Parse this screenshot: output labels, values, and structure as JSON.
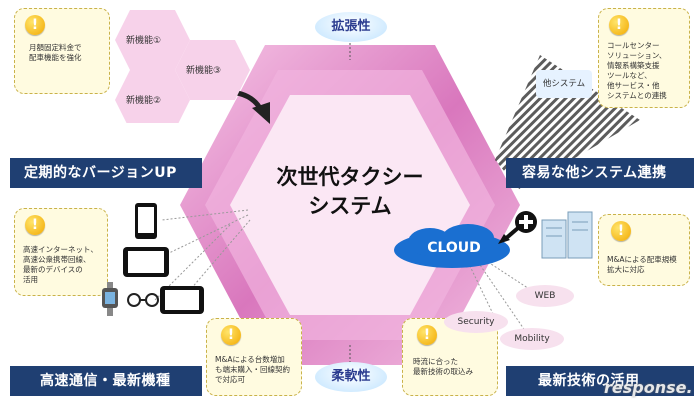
{
  "center": {
    "title": "次世代タクシー\nシステム"
  },
  "top_badge": "拡張性",
  "bottom_badge": "柔軟性",
  "features": [
    "新機能①",
    "新機能③",
    "新機能②"
  ],
  "banners": {
    "top_left": "定期的なバージョンUP",
    "top_right": "容易な他システム連携",
    "bottom_left": "高速通信・最新機種",
    "bottom_right": "最新技術の活用"
  },
  "notes": {
    "top_left": "月額固定料金で\n配車機能を強化",
    "top_right": "コールセンター\nソリューション、\n情報系構築支援\nツールなど、\n他サービス・他\nシステムとの連携",
    "mid_left": "高速インターネット、\n高速公衆携帯回線、\n最新のデバイスの\n活用",
    "mid_right": "M&Aによる配車規模\n拡大に対応",
    "bottom_center": "M&Aによる台数増加\nも端末購入・回線契約\nで対応可",
    "bottom_right": "時流に合った\n最新技術の取込み"
  },
  "other_system": "他システム",
  "cloud": "CLOUD",
  "tech": [
    "WEB",
    "Security",
    "Mobility"
  ],
  "watermark": "response."
}
